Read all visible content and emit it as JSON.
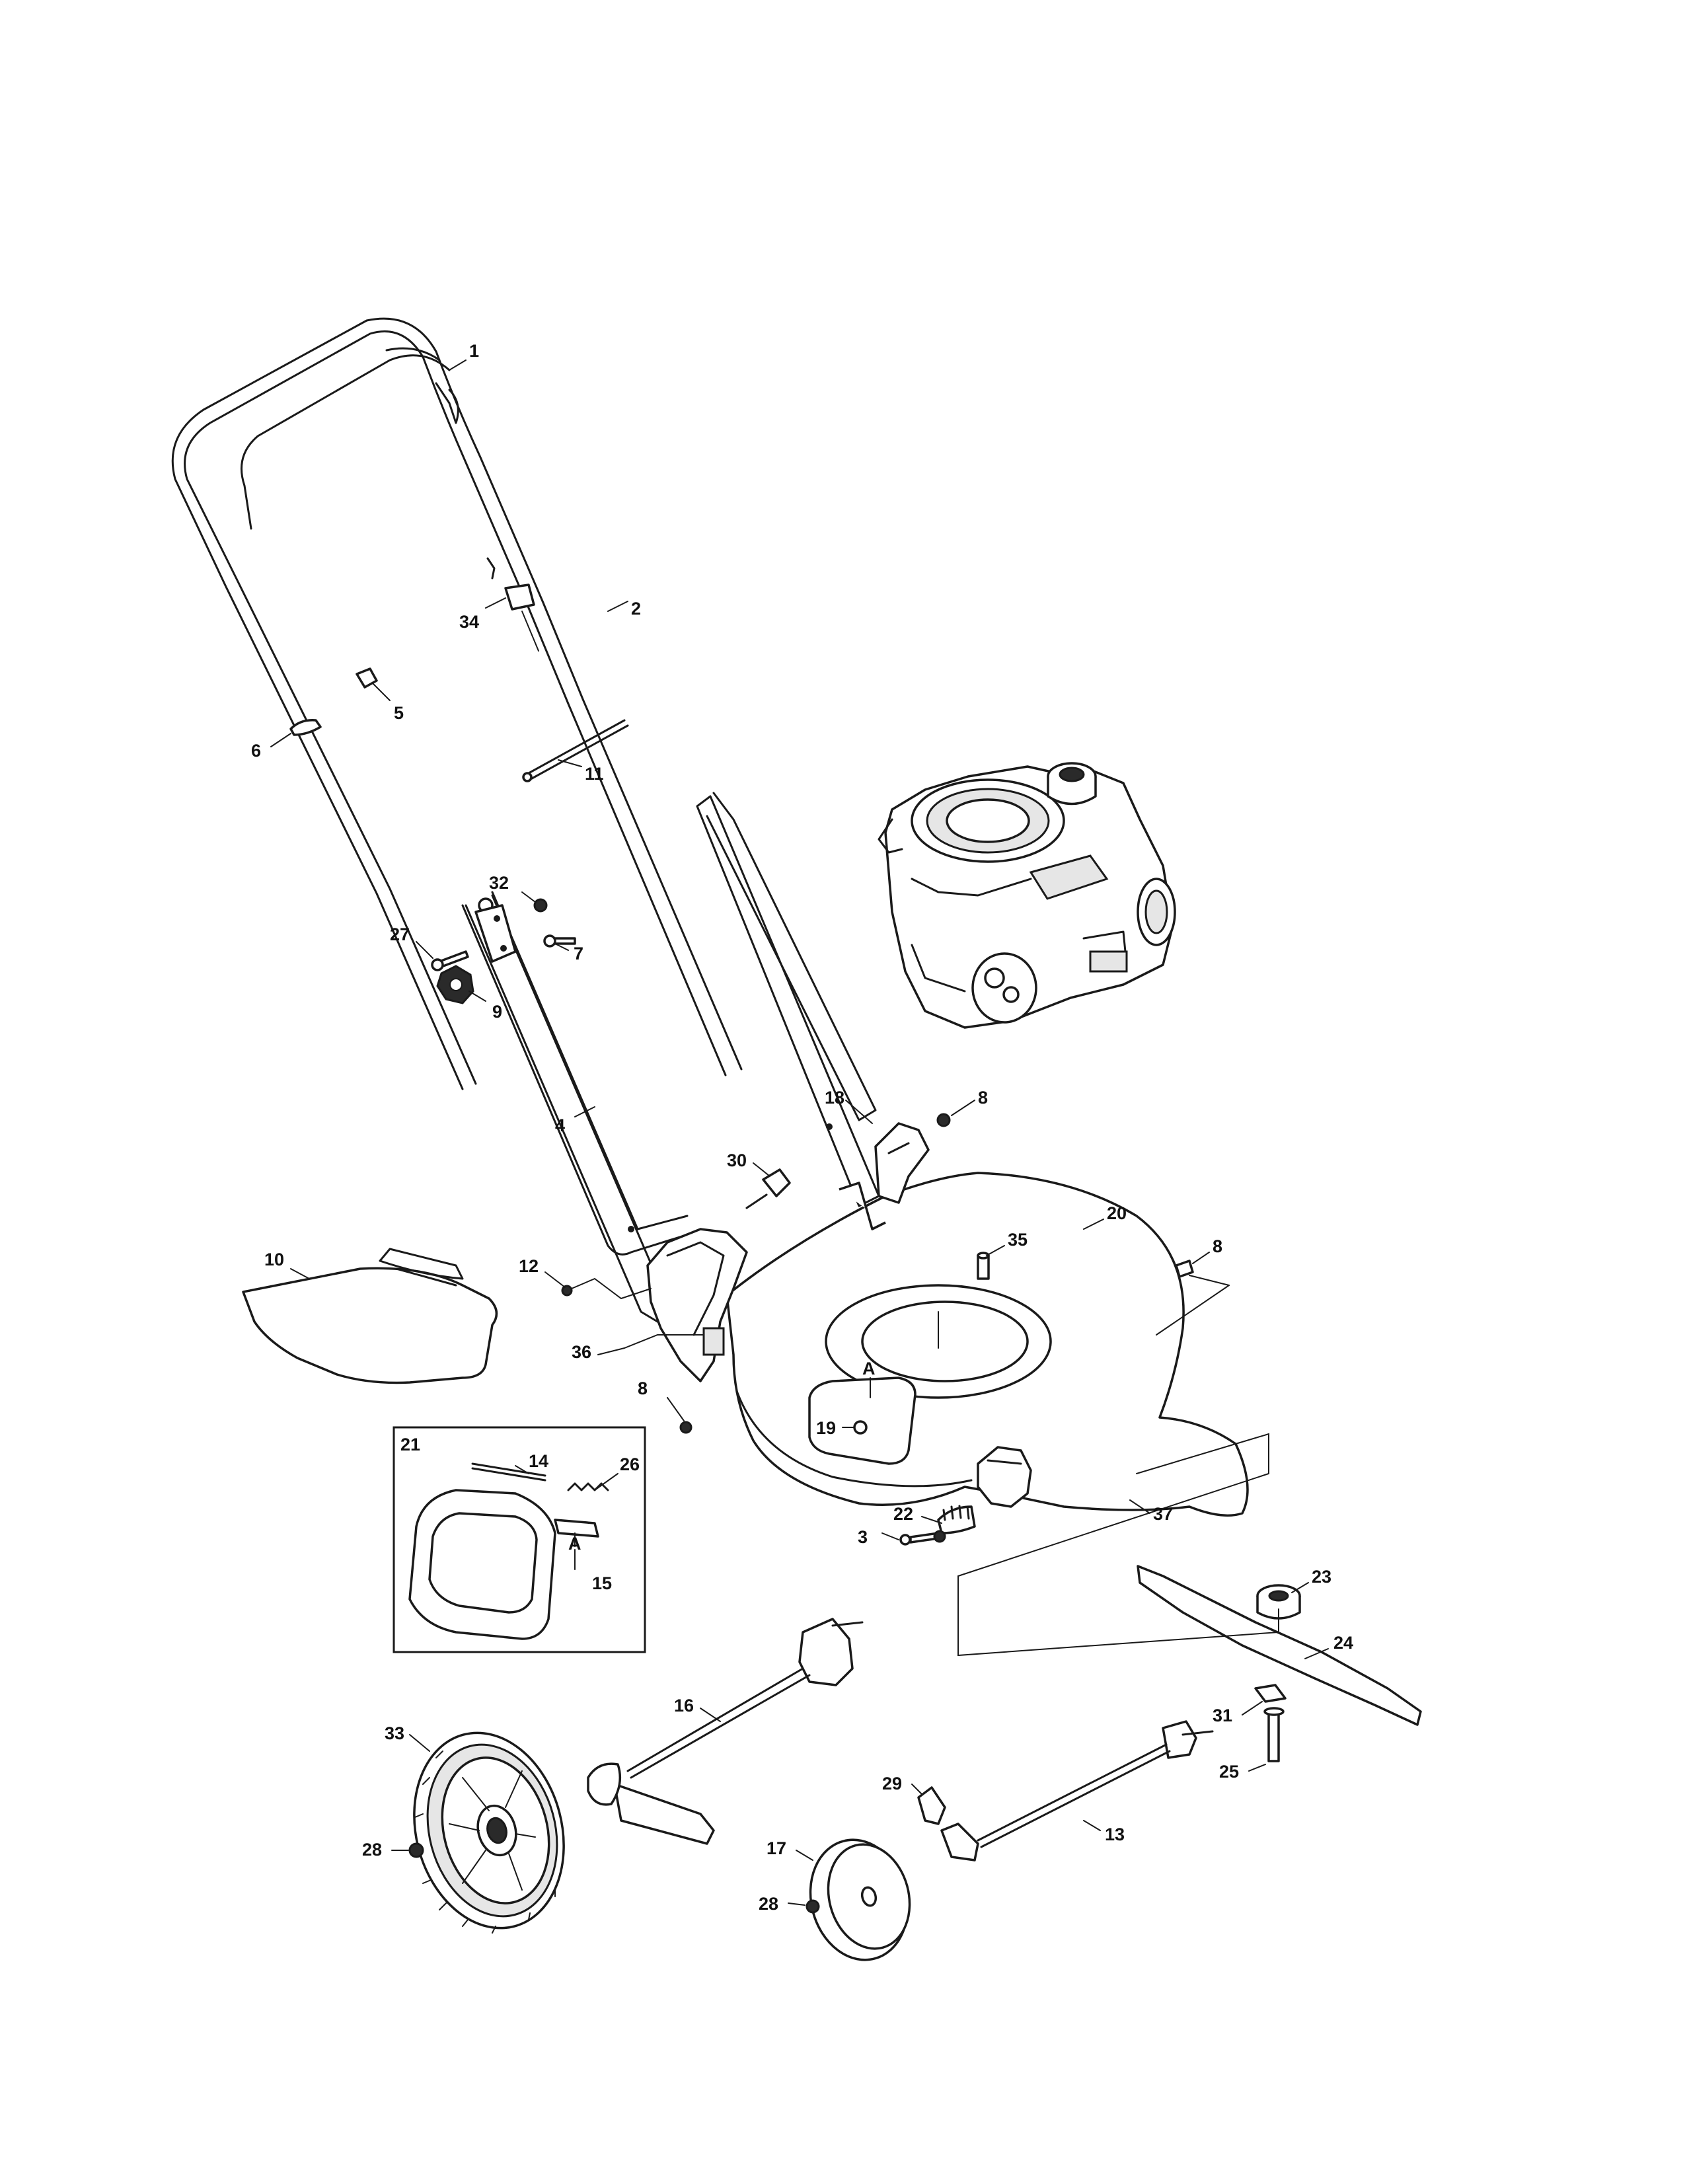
{
  "diagram": {
    "inset_label": "21",
    "callouts": [
      {
        "id": "c1",
        "text": "1"
      },
      {
        "id": "c2",
        "text": "2"
      },
      {
        "id": "c34",
        "text": "34"
      },
      {
        "id": "c5",
        "text": "5"
      },
      {
        "id": "c6",
        "text": "6"
      },
      {
        "id": "c11",
        "text": "11"
      },
      {
        "id": "c32",
        "text": "32"
      },
      {
        "id": "c27",
        "text": "27"
      },
      {
        "id": "c7",
        "text": "7"
      },
      {
        "id": "c9",
        "text": "9"
      },
      {
        "id": "c4",
        "text": "4"
      },
      {
        "id": "c18",
        "text": "18"
      },
      {
        "id": "c8a",
        "text": "8"
      },
      {
        "id": "c30",
        "text": "30"
      },
      {
        "id": "c20",
        "text": "20"
      },
      {
        "id": "c8b",
        "text": "8"
      },
      {
        "id": "c10",
        "text": "10"
      },
      {
        "id": "c12",
        "text": "12"
      },
      {
        "id": "c35",
        "text": "35"
      },
      {
        "id": "c36",
        "text": "36"
      },
      {
        "id": "cA1",
        "text": "A"
      },
      {
        "id": "c8c",
        "text": "8"
      },
      {
        "id": "c19",
        "text": "19"
      },
      {
        "id": "c14",
        "text": "14"
      },
      {
        "id": "c26",
        "text": "26"
      },
      {
        "id": "cA2",
        "text": "A"
      },
      {
        "id": "c15",
        "text": "15"
      },
      {
        "id": "c22",
        "text": "22"
      },
      {
        "id": "c3",
        "text": "3"
      },
      {
        "id": "c37",
        "text": "37"
      },
      {
        "id": "c23",
        "text": "23"
      },
      {
        "id": "c24",
        "text": "24"
      },
      {
        "id": "c16",
        "text": "16"
      },
      {
        "id": "c31",
        "text": "31"
      },
      {
        "id": "c25",
        "text": "25"
      },
      {
        "id": "c33",
        "text": "33"
      },
      {
        "id": "c29",
        "text": "29"
      },
      {
        "id": "c13",
        "text": "13"
      },
      {
        "id": "c17",
        "text": "17"
      },
      {
        "id": "c28a",
        "text": "28"
      },
      {
        "id": "c28b",
        "text": "28"
      }
    ]
  }
}
